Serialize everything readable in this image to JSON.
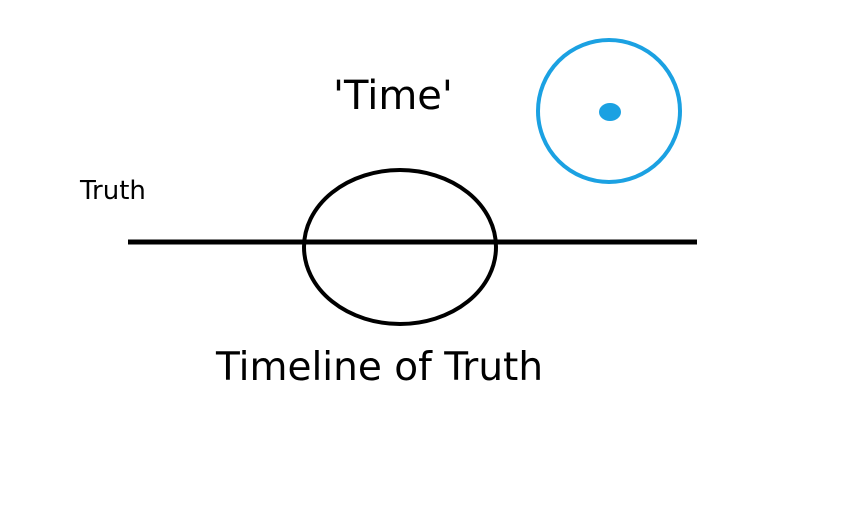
{
  "labels": {
    "time": "'Time'",
    "truth": "Truth",
    "timeline": "Timeline of Truth"
  },
  "colors": {
    "background": "#ffffff",
    "ink": "#000000",
    "accent": "#1ba1e2"
  }
}
